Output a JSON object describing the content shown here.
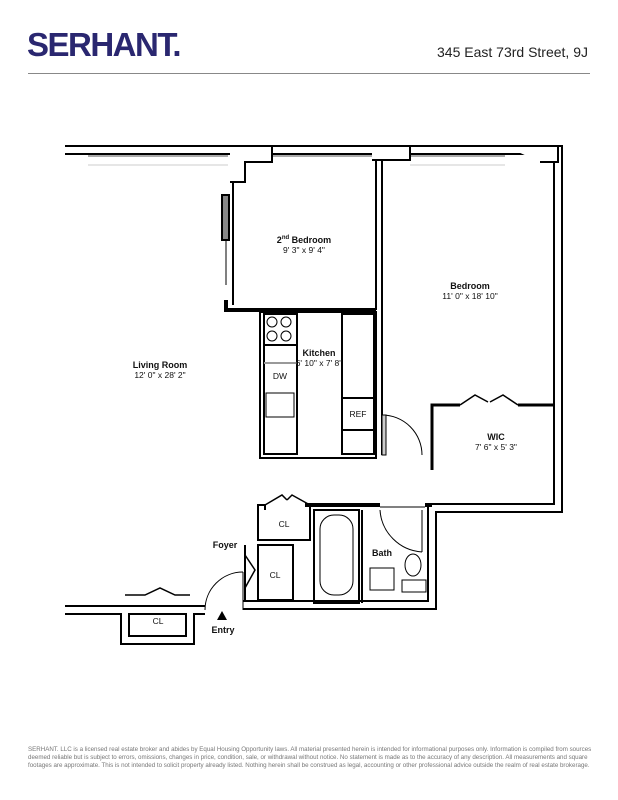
{
  "header": {
    "logo": "SERHANT.",
    "address": "345 East 73rd Street, 9J",
    "brand_color": "#2a2770"
  },
  "rooms": {
    "second_bedroom": {
      "name_sup": "2",
      "name_sup_suffix": "nd",
      "name": "Bedroom",
      "dims": "9' 3\" x 9' 4\""
    },
    "bedroom": {
      "name": "Bedroom",
      "dims": "11' 0\" x 18' 10\""
    },
    "living_room": {
      "name": "Living Room",
      "dims": "12' 0\" x 28' 2\""
    },
    "kitchen": {
      "name": "Kitchen",
      "dims": "6' 10\" x 7' 8\""
    },
    "wic": {
      "name": "WIC",
      "dims": "7' 6\" x 5' 3\""
    },
    "bath": {
      "name": "Bath"
    },
    "foyer": {
      "name": "Foyer"
    },
    "entry": {
      "name": "Entry"
    }
  },
  "fixtures": {
    "dishwasher": "DW",
    "refrigerator": "REF",
    "closet": "CL"
  },
  "footer": {
    "disclaimer": "SERHANT. LLC is a licensed real estate broker and abides by Equal Housing Opportunity laws. All material presented herein is intended for informational purposes only. Information is compiled from sources deemed reliable but is subject to errors, omissions, changes in price, condition, sale, or withdrawal without notice. No statement is made as to the accuracy of any description. All measurements and square footages are approximate. This is not intended to solicit property already listed. Nothing herein shall be construed as legal, accounting or other professional advice outside the realm of real estate brokerage."
  }
}
